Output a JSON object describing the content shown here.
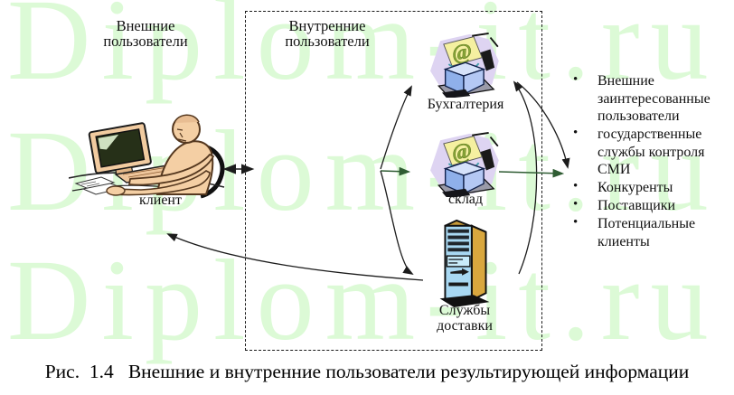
{
  "watermark": {
    "text": "Diplom-it.ru",
    "color": "#dcfad6"
  },
  "zones": {
    "external_label": "Внешние пользователи",
    "internal_label": "Внутренние пользователи"
  },
  "client": {
    "label": "клиент"
  },
  "nodes": {
    "accounting": {
      "label": "Бухгалтерия"
    },
    "warehouse": {
      "label": "склад"
    },
    "delivery": {
      "label": "Службы доставки"
    }
  },
  "stakeholders": {
    "bullet": "•",
    "items": [
      "Внешние заинтересованные пользователи",
      "государственные службы контроля СМИ",
      "Конкуренты",
      "Поставщики",
      "Потенциальные клиенты"
    ]
  },
  "caption": "Рис.  1.4   Внешние и внутренние пользователи результирующей информации",
  "colors": {
    "arrow": "#1c1c1c",
    "arrow_accent": "#2f5c33",
    "boundary": "#1a1a1a"
  }
}
